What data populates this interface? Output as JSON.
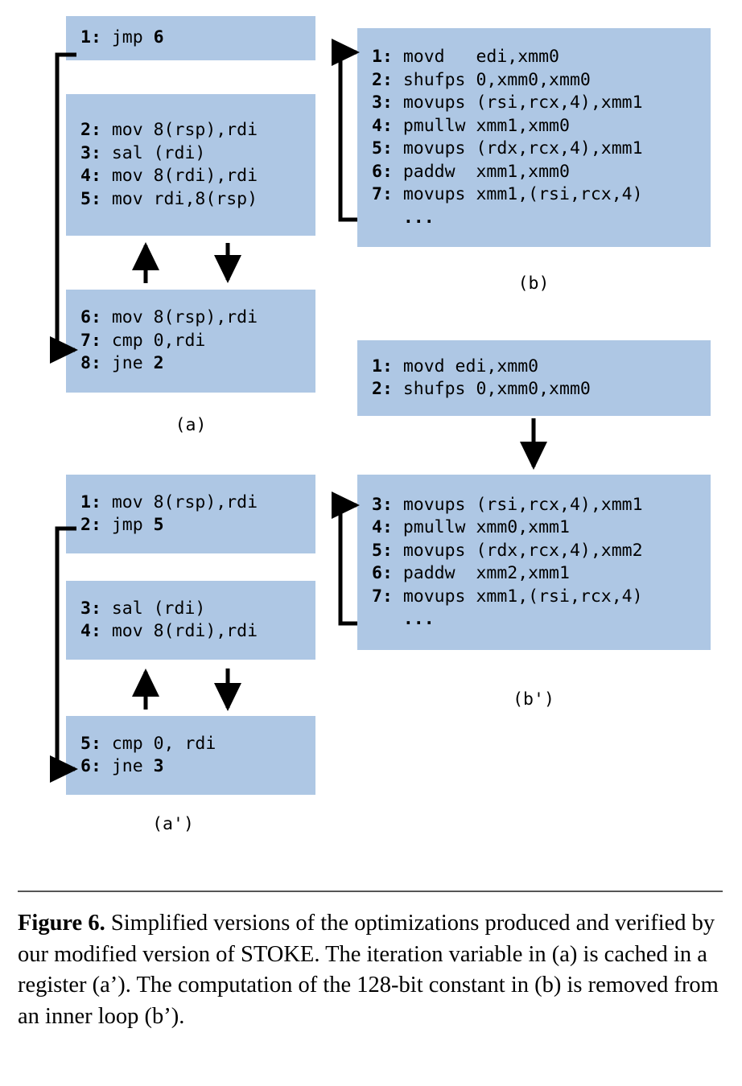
{
  "figure": {
    "number_label": "Figure 6.",
    "caption_text": " Simplified versions of the optimizations produced and verified by our modified version of STOKE. The iteration variable in (a) is cached in a register (a’). The computation of the 128-bit constant in (b) is removed from an inner loop (b’)."
  },
  "colors": {
    "block_fill": "#aec7e4",
    "text": "#000000",
    "arrow": "#000000",
    "rule": "#555555"
  },
  "panels": [
    {
      "id": "a",
      "label": "(a)",
      "blocks": [
        {
          "id": "a-block-1",
          "lines": [
            {
              "num": "1:",
              "text": " jmp ",
              "target": "6"
            }
          ]
        },
        {
          "id": "a-block-2",
          "lines": [
            {
              "num": "2:",
              "text": " mov 8(rsp),rdi",
              "target": ""
            },
            {
              "num": "3:",
              "text": " sal (rdi)",
              "target": ""
            },
            {
              "num": "4:",
              "text": " mov 8(rdi),rdi",
              "target": ""
            },
            {
              "num": "5:",
              "text": " mov rdi,8(rsp)",
              "target": ""
            }
          ]
        },
        {
          "id": "a-block-3",
          "lines": [
            {
              "num": "6:",
              "text": " mov 8(rsp),rdi",
              "target": ""
            },
            {
              "num": "7:",
              "text": " cmp 0,rdi",
              "target": ""
            },
            {
              "num": "8:",
              "text": " jne ",
              "target": "2"
            }
          ]
        }
      ]
    },
    {
      "id": "b",
      "label": "(b)",
      "blocks": [
        {
          "id": "b-block-1",
          "lines": [
            {
              "num": "1:",
              "text": " movd   edi,xmm0",
              "target": ""
            },
            {
              "num": "2:",
              "text": " shufps 0,xmm0,xmm0",
              "target": ""
            },
            {
              "num": "3:",
              "text": " movups (rsi,rcx,4),xmm1",
              "target": ""
            },
            {
              "num": "4:",
              "text": " pmullw xmm1,xmm0",
              "target": ""
            },
            {
              "num": "5:",
              "text": " movups (rdx,rcx,4),xmm1",
              "target": ""
            },
            {
              "num": "6:",
              "text": " paddw  xmm1,xmm0",
              "target": ""
            },
            {
              "num": "7:",
              "text": " movups xmm1,(rsi,rcx,4)",
              "target": ""
            },
            {
              "num": "",
              "text": "   ...",
              "target": ""
            }
          ]
        }
      ]
    },
    {
      "id": "b-prime",
      "label": "(b')",
      "blocks": [
        {
          "id": "bp-block-1",
          "lines": [
            {
              "num": "1:",
              "text": " movd edi,xmm0",
              "target": ""
            },
            {
              "num": "2:",
              "text": " shufps 0,xmm0,xmm0",
              "target": ""
            }
          ]
        },
        {
          "id": "bp-block-2",
          "lines": [
            {
              "num": "3:",
              "text": " movups (rsi,rcx,4),xmm1",
              "target": ""
            },
            {
              "num": "4:",
              "text": " pmullw xmm0,xmm1",
              "target": ""
            },
            {
              "num": "5:",
              "text": " movups (rdx,rcx,4),xmm2",
              "target": ""
            },
            {
              "num": "6:",
              "text": " paddw  xmm2,xmm1",
              "target": ""
            },
            {
              "num": "7:",
              "text": " movups xmm1,(rsi,rcx,4)",
              "target": ""
            },
            {
              "num": "",
              "text": "   ...",
              "target": ""
            }
          ]
        }
      ]
    },
    {
      "id": "a-prime",
      "label": "(a')",
      "blocks": [
        {
          "id": "ap-block-1",
          "lines": [
            {
              "num": "1:",
              "text": " mov 8(rsp),rdi",
              "target": ""
            },
            {
              "num": "2:",
              "text": " jmp ",
              "target": "5"
            }
          ]
        },
        {
          "id": "ap-block-2",
          "lines": [
            {
              "num": "3:",
              "text": " sal (rdi)",
              "target": ""
            },
            {
              "num": "4:",
              "text": " mov 8(rdi),rdi",
              "target": ""
            }
          ]
        },
        {
          "id": "ap-block-3",
          "lines": [
            {
              "num": "5:",
              "text": " cmp 0, rdi",
              "target": ""
            },
            {
              "num": "6:",
              "text": " jne ",
              "target": "3"
            }
          ]
        }
      ]
    }
  ]
}
